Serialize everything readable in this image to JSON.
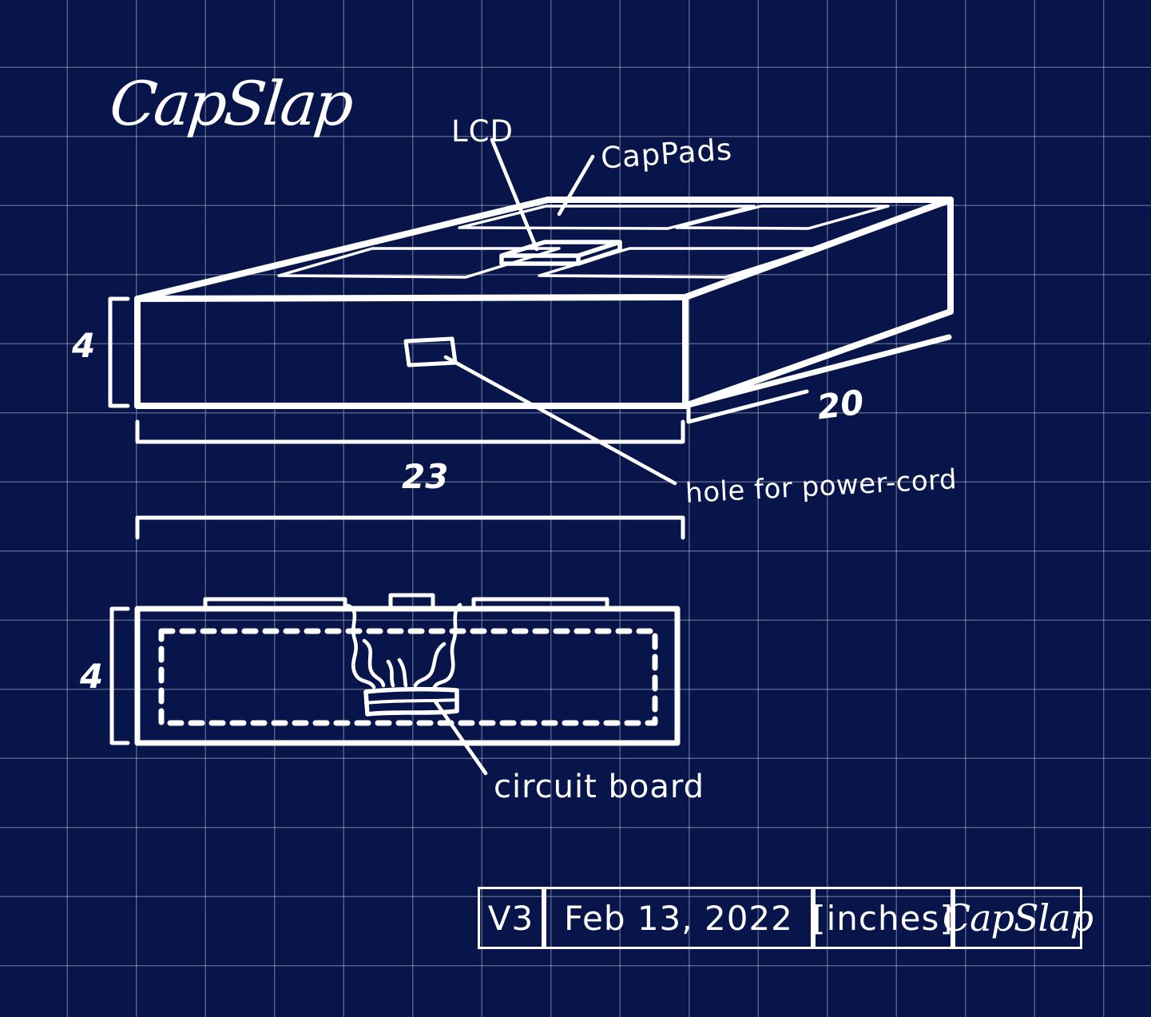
{
  "sheet": {
    "background_color": "#07154a",
    "grid_color": "#bec6d6",
    "ink_color": "#ffffff",
    "title": "CapSlap"
  },
  "annotations": {
    "lcd_label": "LCD",
    "cap_pads_label": "CapPads",
    "hole_label": "hole for power-cord",
    "circuit_board_label": "circuit board"
  },
  "dimensions": {
    "iso_height": "4",
    "iso_width": "23",
    "iso_depth": "20",
    "section_height": "4"
  },
  "title_block": {
    "version": "V3",
    "date": "Feb 13, 2022",
    "units": "[inches]",
    "name": "CapSlap"
  },
  "views": {
    "isometric": {
      "name": "isometric-view",
      "features": [
        "cap-pad",
        "cap-pad",
        "cap-pad",
        "cap-pad",
        "lcd-module",
        "power-cord-hole"
      ]
    },
    "section": {
      "name": "section-view",
      "features": [
        "enclosure-outline",
        "hidden-cavity",
        "cap-pad-top",
        "lcd-top",
        "wire",
        "wire",
        "circuit-board"
      ]
    }
  }
}
